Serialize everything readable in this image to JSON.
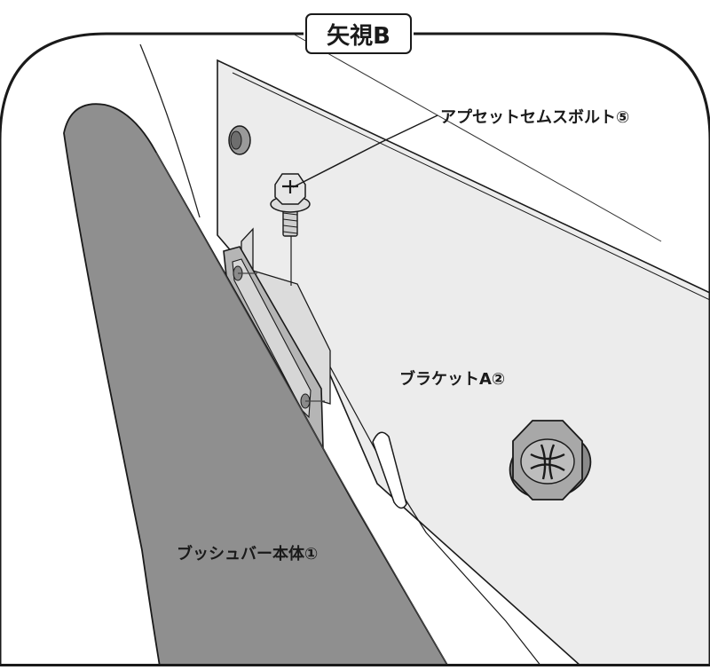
{
  "title": "矢視B",
  "labels": {
    "bolt": "アプセットセムスボルト⑤",
    "bracket": "ブラケットA②",
    "bar_body": "ブッシュバー本体①"
  },
  "colors": {
    "frame": "#1a1a1a",
    "bracket_fill": "#ececec",
    "bar_fill": "#8f8f8f",
    "metal_fill": "#b5b5b5"
  }
}
